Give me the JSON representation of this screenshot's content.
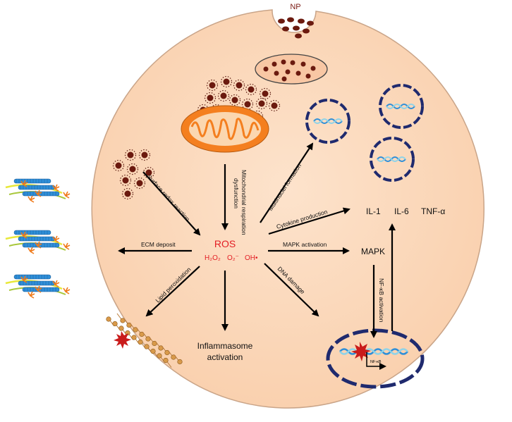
{
  "np_label": "NP",
  "ros": {
    "title": "ROS",
    "species": [
      "H₂O₂",
      "O₂⁻",
      "OH•"
    ]
  },
  "arrow_labels": {
    "mito": "Mitochondrial respiration dysfunction",
    "surface": "Surface redox reaction",
    "multinuclei": "Multinuclei formation",
    "cytokine": "Cytokine production",
    "mapk_activation": "MAPK activation",
    "dna_damage": "DNA damage",
    "ecm": "ECM deposit",
    "lipid": "Lipid peroxidation",
    "nfkb_activation": "NF-κB activation"
  },
  "cytokines": [
    "IL-1",
    "IL-6",
    "TNF-α"
  ],
  "mapk": "MAPK",
  "inflammasome": [
    "Inflammasome",
    "activation"
  ],
  "nfkb_small": "NF-κB",
  "colors": {
    "cell_fill": "#fbd5b5",
    "cell_stroke": "#c9a488",
    "particle": "#6b1a0f",
    "mito_outer": "#f47f1f",
    "nucleus": "#1f2a6e",
    "ros": "#e31e24",
    "collagen": "#2f8fd8",
    "fiber": "#e8e83a",
    "grass": "#f07a1a"
  }
}
